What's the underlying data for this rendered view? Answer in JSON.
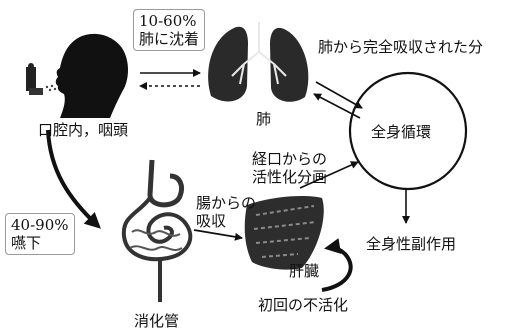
{
  "deposit_lung": {
    "pct": "10-60%",
    "text": "肺に沈着"
  },
  "swallowed": {
    "pct": "40-90%",
    "text": "嚥下"
  },
  "labels": {
    "mouth_pharynx": "口腔内，咽頭",
    "lung": "肺",
    "full_absorption": "肺から完全吸収された分",
    "systemic_circulation": "全身循環",
    "oral_active": "経口からの\n活性化分画",
    "gut_absorption": "腸からの\n吸収",
    "systemic_side_effects": "全身性副作用",
    "liver": "肝臓",
    "first_pass": "初回の不活化",
    "gi_tract": "消化管"
  }
}
